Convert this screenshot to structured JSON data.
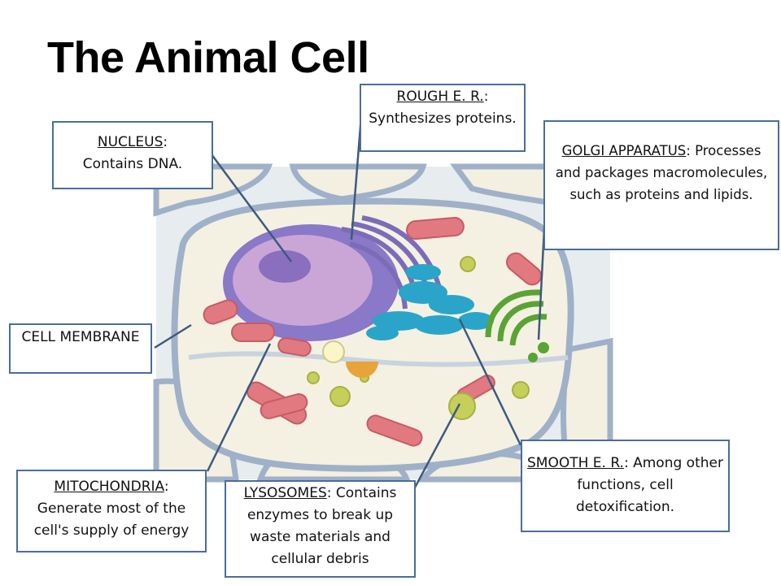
{
  "title": "The Animal Cell",
  "labels": {
    "nucleus": {
      "name": "NUCLEUS",
      "desc": "Contains DNA."
    },
    "rough_er": {
      "name": "ROUGH E. R.",
      "desc": "Synthesizes proteins."
    },
    "golgi": {
      "name": "GOLGI APPARATUS",
      "desc": "Processes and packages macromolecules, such as proteins and lipids."
    },
    "membrane": {
      "name": "CELL MEMBRANE"
    },
    "smooth_er": {
      "name": "SMOOTH E. R.",
      "desc": "Among other functions, cell detoxification."
    },
    "mito": {
      "name": "MITOCHONDRIA",
      "desc": "Generate most of the cell's supply of energy"
    },
    "lysosomes": {
      "name": "LYSOSOMES",
      "desc": "Contains enzymes to break up waste materials and cellular debris"
    }
  },
  "colors": {
    "box_border": "#4a6d9c",
    "leader": "#3d5a80",
    "nucleus": "#8a78c8",
    "nucleoplasm": "#c9a6d6",
    "rough_er": "#7b6cb8",
    "smooth_er": "#2aa5c9",
    "golgi": "#5aa334",
    "mitochondria": "#e07a80",
    "lysosome": "#c6cf5a",
    "cytoskeleton": "#9fb1c8",
    "cytoplasm": "#f4f0df"
  }
}
